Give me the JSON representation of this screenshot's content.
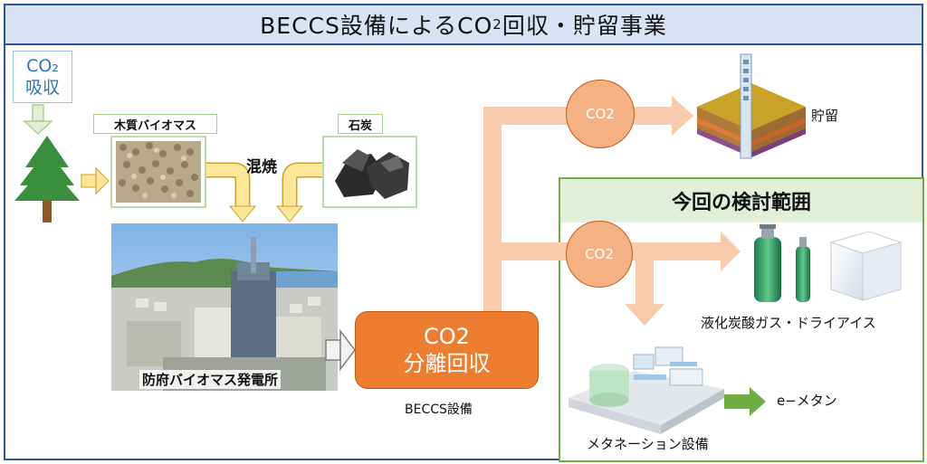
{
  "title": {
    "main": "BECCS設備によるCO",
    "sub": "2",
    "rest": "回収・貯留事業"
  },
  "co2_absorb": {
    "line1": "CO₂",
    "line2": "吸収"
  },
  "woody_biomass": "木質バイオマス",
  "coal": "石炭",
  "co_firing": "混焼",
  "power_plant": "防府バイオマス発電所",
  "separation": {
    "line1": "CO2",
    "line2": "分離回収"
  },
  "beccs_facility": "BECCS設備",
  "storage": {
    "co2": "CO2",
    "label": "貯留"
  },
  "scope": {
    "title": "今回の検討範囲",
    "co2": "CO2",
    "liquefied": "液化炭酸ガス・ドライアイス",
    "methanation_facility": "メタネーション設備",
    "e_methane": "e−メタン"
  },
  "colors": {
    "frame_blue": "#2f5597",
    "title_bg": "#dae3f3",
    "scope_green": "#70ad47",
    "scope_bg": "#e2f0d9",
    "orange": "#ed7d31",
    "light_orange": "#f4b183",
    "tree_green": "#3a8f3e",
    "arrow_yellow": "#ffe699",
    "arrow_green": "#70ad47"
  }
}
